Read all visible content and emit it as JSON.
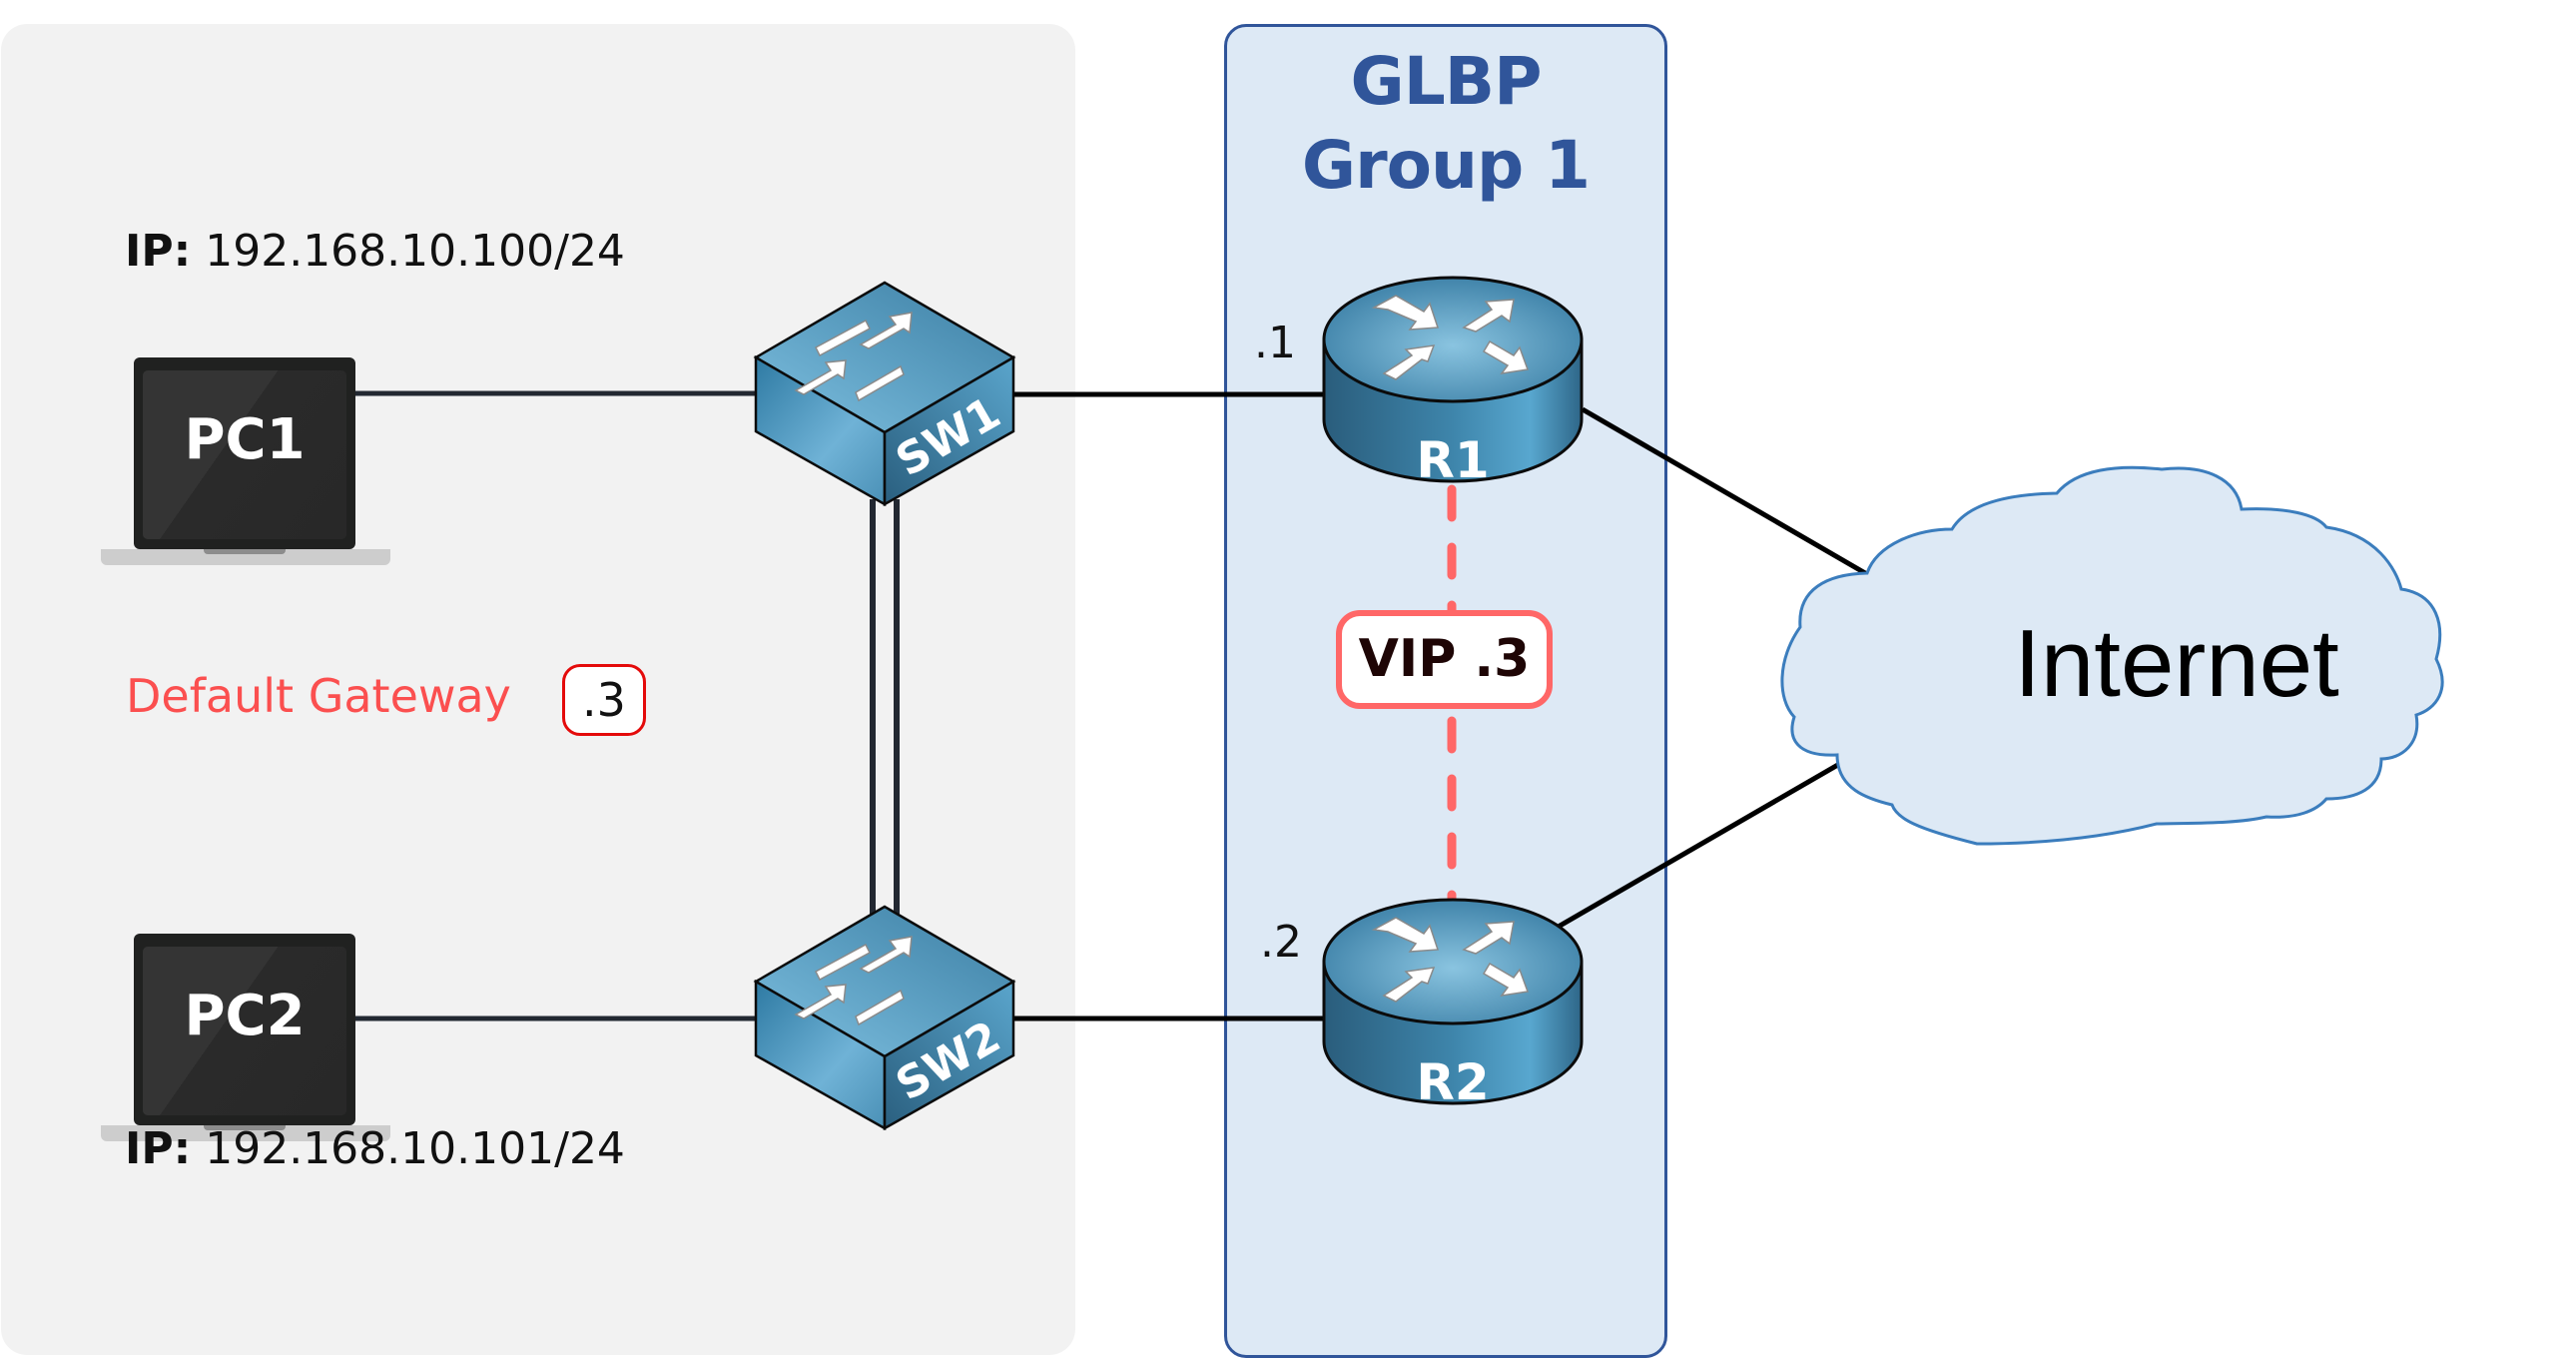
{
  "diagram": {
    "title": "GLBP Group 1 topology",
    "glbp_group": {
      "line1": "GLBP",
      "line2": "Group 1"
    },
    "hosts": [
      {
        "name": "PC1",
        "ip_key": "IP:",
        "ip_value": "192.168.10.100/24"
      },
      {
        "name": "PC2",
        "ip_key": "IP:",
        "ip_value": "192.168.10.101/24"
      }
    ],
    "default_gateway": {
      "label": "Default Gateway",
      "value": ".3"
    },
    "switches": [
      {
        "name": "SW1"
      },
      {
        "name": "SW2"
      }
    ],
    "routers": [
      {
        "name": "R1",
        "interface_suffix": ".1"
      },
      {
        "name": "R2",
        "interface_suffix": ".2"
      }
    ],
    "virtual_ip": {
      "label": "VIP .3"
    },
    "cloud": {
      "label": "Internet"
    },
    "links": [
      {
        "from": "PC1",
        "to": "SW1"
      },
      {
        "from": "PC2",
        "to": "SW2"
      },
      {
        "from": "SW1",
        "to": "SW2",
        "count": 2
      },
      {
        "from": "SW1",
        "to": "R1"
      },
      {
        "from": "SW2",
        "to": "R2"
      },
      {
        "from": "R1",
        "to": "Internet"
      },
      {
        "from": "R2",
        "to": "Internet"
      },
      {
        "from": "R1",
        "to": "R2",
        "style": "dashed",
        "meaning": "GLBP VIP"
      }
    ],
    "colors": {
      "glbp_accent": "#30559a",
      "glbp_fill": "#dde9f5",
      "lan_panel": "#f2f2f2",
      "vip_accent": "#ff6767",
      "gateway_text": "#fb4f4f",
      "device_blue": "#4a8fb5",
      "cloud_fill": "#dde9f5",
      "cloud_stroke": "#3b7dbd"
    }
  }
}
